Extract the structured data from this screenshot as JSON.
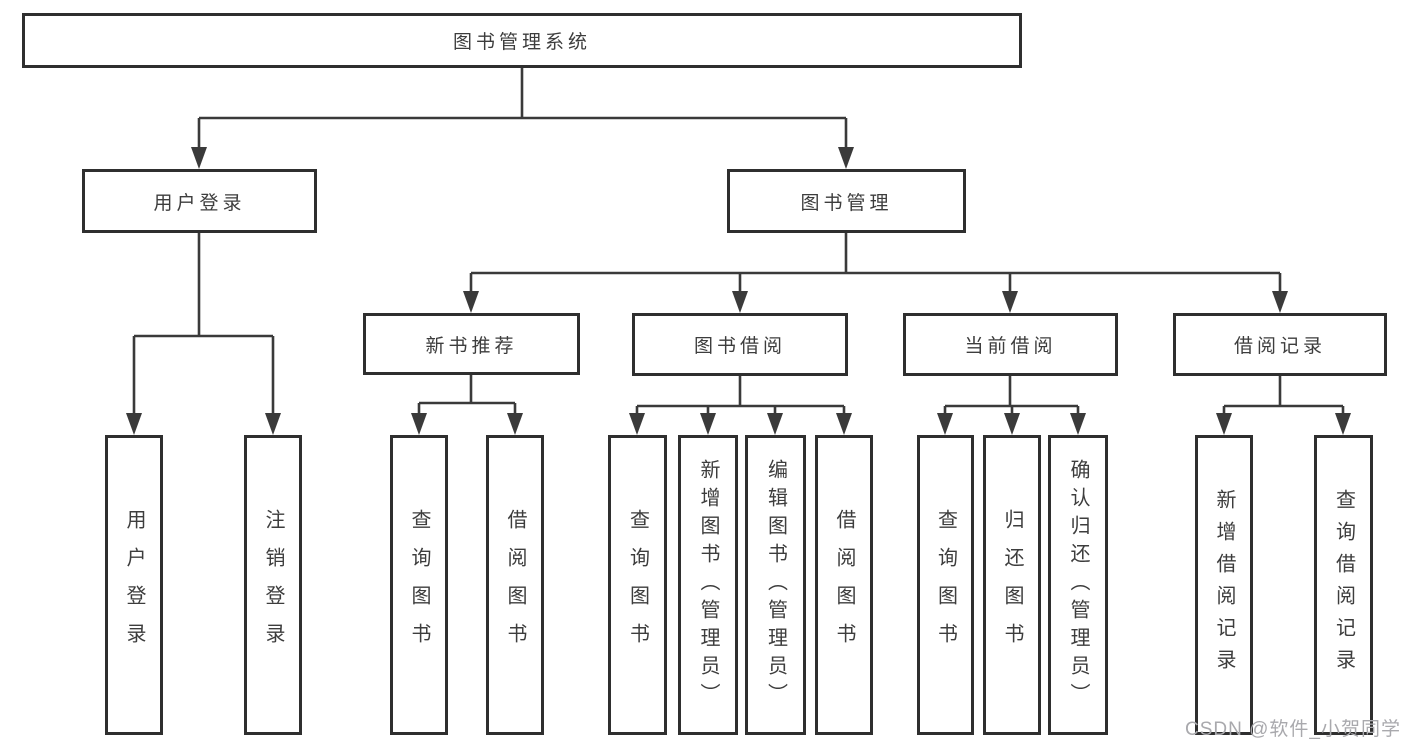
{
  "colors": {
    "bg": "#ffffff",
    "line": "#3a3a3a",
    "box-border": "#2f2f2f",
    "text": "#3d3d3d",
    "watermark": "#a9a9ad"
  },
  "diagram": {
    "root": {
      "label": "图书管理系统"
    },
    "branches": [
      {
        "label": "用户登录"
      },
      {
        "label": "图书管理"
      }
    ],
    "modules": [
      {
        "label": "新书推荐"
      },
      {
        "label": "图书借阅"
      },
      {
        "label": "当前借阅"
      },
      {
        "label": "借阅记录"
      }
    ],
    "functions": [
      {
        "label": "用户登录"
      },
      {
        "label": "注销登录"
      },
      {
        "label": "查询图书"
      },
      {
        "label": "借阅图书"
      },
      {
        "label": "查询图书"
      },
      {
        "label": "新增图书（管理员）"
      },
      {
        "label": "编辑图书（管理员）"
      },
      {
        "label": "借阅图书"
      },
      {
        "label": "查询图书"
      },
      {
        "label": "归还图书"
      },
      {
        "label": "确认归还（管理员）"
      },
      {
        "label": "新增借阅记录"
      },
      {
        "label": "查询借阅记录"
      }
    ],
    "watermark": "CSDN @软件_小贺同学"
  }
}
